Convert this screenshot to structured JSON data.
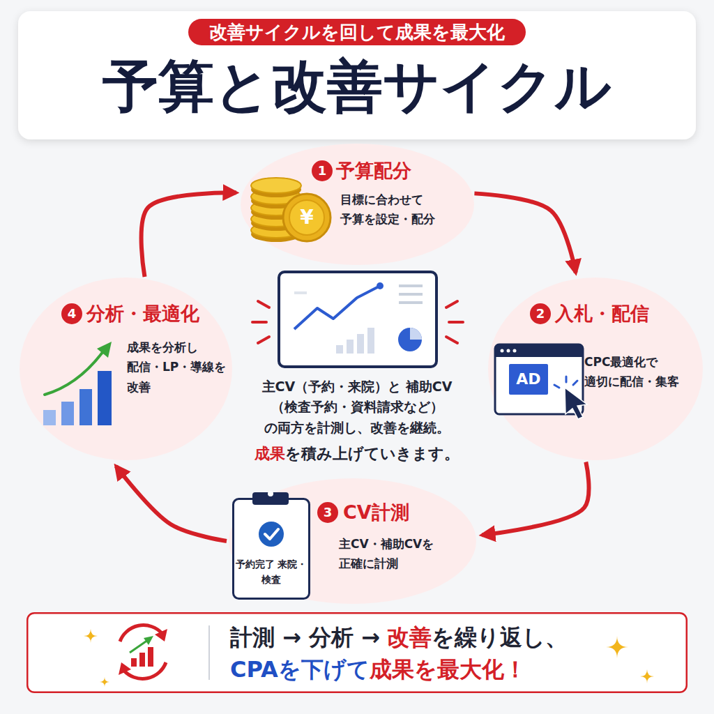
{
  "diagram": {
    "title": "予算と改善サイクル",
    "nodes": [
      {
        "text": [
          "改善サイクルを回して成果を最大化"
        ]
      },
      {
        "text": [
          "予算配分",
          "目標に合わせて 予算を設定・配分"
        ]
      },
      {
        "text": [
          "1"
        ],
        "in": 1
      },
      {
        "text": [
          "分析・最適化",
          "成果を分析し 配信・LP・導線を 改善"
        ]
      },
      {
        "text": [
          "4"
        ],
        "in": 3
      },
      {
        "text": [
          "入札・配信",
          "CPC最適化で 適切に配信・集客"
        ]
      },
      {
        "text": [
          "2"
        ],
        "in": 5
      },
      {
        "text": [
          "CV計測",
          "主CV・補助CVを 正確に計測"
        ]
      },
      {
        "text": [
          "3"
        ],
        "in": 7
      },
      {
        "text": [
          "予約完了 来院・検査"
        ],
        "in": 7
      },
      {
        "text": [
          "計測 → 分析 →",
          "改善",
          "を繰り返し、",
          "CPAを下げて",
          "成果を最大化！"
        ]
      }
    ],
    "edges": [
      {
        "from": 1,
        "to": 5,
        "arrow": "to"
      },
      {
        "from": 5,
        "to": 7,
        "arrow": "to"
      },
      {
        "from": 7,
        "to": 3,
        "arrow": "to"
      },
      {
        "from": 3,
        "to": 1,
        "arrow": "to"
      }
    ],
    "labels": [
      "¥",
      "AD",
      "主CV（予約・来院）と 補助CV（検査予約・資料請求など） の両方を計測し、改善を継続。",
      "成果",
      "を積み上げていきます。"
    ]
  }
}
